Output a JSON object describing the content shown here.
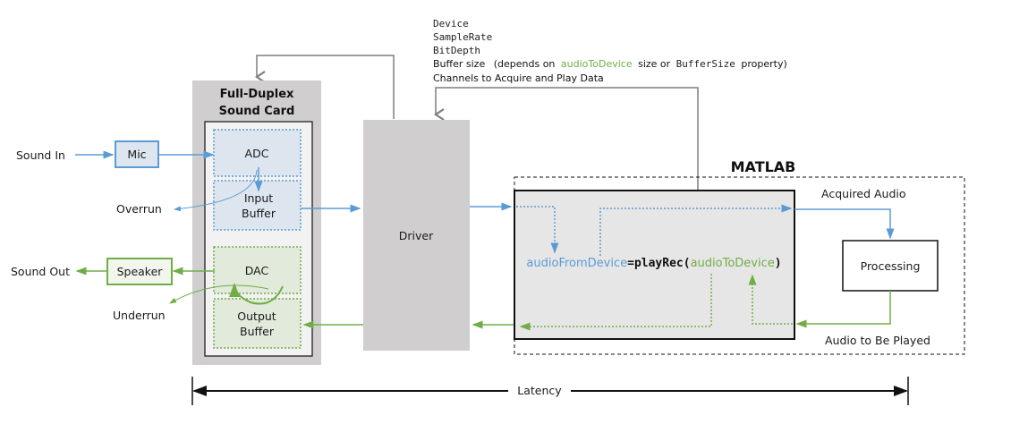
{
  "colors": {
    "input": "#5b9bd5",
    "output": "#70ad47",
    "gray_line": "#7f7f7f",
    "card_bg": "#d0cece",
    "driver_bg": "#d0cece",
    "matlab_bg": "#e7e6e6"
  },
  "settings": {
    "device": "Device",
    "sample_rate": "SampleRate",
    "bit_depth": "BitDepth",
    "buffer_size": "Buffer size",
    "buffer_note_prefix": "(depends on",
    "buffer_note_var": "audioToDevice",
    "buffer_note_mid": "size or",
    "buffer_note_prop": "BufferSize",
    "buffer_note_suffix": "property)",
    "channels": "Channels to Acquire and Play Data"
  },
  "sound_card": {
    "title_line1": "Full-Duplex",
    "title_line2": "Sound Card",
    "adc": "ADC",
    "input_buffer_1": "Input",
    "input_buffer_2": "Buffer",
    "dac": "DAC",
    "output_buffer_1": "Output",
    "output_buffer_2": "Buffer"
  },
  "left": {
    "sound_in": "Sound In",
    "mic": "Mic",
    "overrun": "Overrun",
    "sound_out": "Sound Out",
    "speaker": "Speaker",
    "underrun": "Underrun"
  },
  "driver": {
    "label": "Driver"
  },
  "matlab": {
    "title": "MATLAB",
    "out_var": "audioFromDevice",
    "eq": "=",
    "func": "playRec",
    "open": "(",
    "in_var": "audioToDevice",
    "close": ")",
    "acquired": "Acquired Audio",
    "processing": "Processing",
    "to_play": "Audio to Be Played"
  },
  "latency": {
    "label": "Latency"
  }
}
